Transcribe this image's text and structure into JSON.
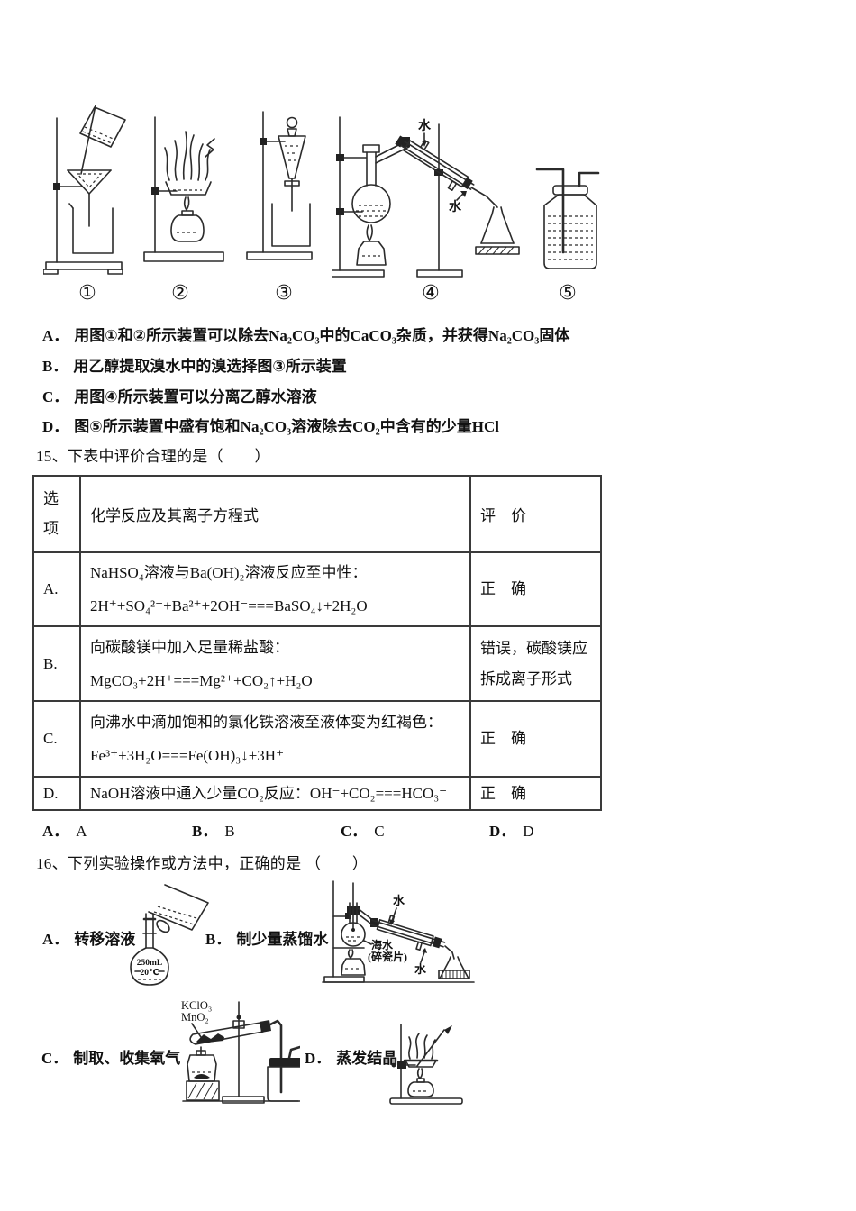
{
  "apparatus_figure": {
    "items": [
      {
        "label": "①",
        "name": "filtration"
      },
      {
        "label": "②",
        "name": "evaporation"
      },
      {
        "label": "③",
        "name": "separating-funnel"
      },
      {
        "label": "④",
        "name": "distillation"
      },
      {
        "label": "⑤",
        "name": "gas-washing-bottle"
      }
    ],
    "distillation_water_top": "水",
    "distillation_water_bottom": "水"
  },
  "q14": {
    "options": [
      {
        "label": "A．",
        "text": "用图①和②所示装置可以除去Na₂CO₃中的CaCO₃杂质，并获得Na₂CO₃固体"
      },
      {
        "label": "B．",
        "text": "用乙醇提取溴水中的溴选择图③所示装置"
      },
      {
        "label": "C．",
        "text": "用图④所示装置可以分离乙醇水溶液"
      },
      {
        "label": "D．",
        "text": "图⑤所示装置中盛有饱和Na₂CO₃溶液除去CO₂中含有的少量HCl"
      }
    ]
  },
  "q15": {
    "stem": "15、下表中评价合理的是（　　）",
    "table": {
      "headers": [
        "选项",
        "化学反应及其离子方程式",
        "评　价"
      ],
      "rows": [
        {
          "option": "A.",
          "lines": [
            "NaHSO₄溶液与Ba(OH)₂溶液反应至中性：",
            "2H⁺+SO₄²⁻+Ba²⁺+2OH⁻===BaSO₄↓+2H₂O"
          ],
          "evaluation": [
            "正　确"
          ]
        },
        {
          "option": "B.",
          "lines": [
            "向碳酸镁中加入足量稀盐酸：",
            "MgCO₃+2H⁺===Mg²⁺+CO₂↑+H₂O"
          ],
          "evaluation": [
            "错误，碳酸镁应",
            "拆成离子形式"
          ]
        },
        {
          "option": "C.",
          "lines": [
            "向沸水中滴加饱和的氯化铁溶液至液体变为红褐色：",
            "Fe³⁺+3H₂O===Fe(OH)₃↓+3H⁺"
          ],
          "evaluation": [
            "正　确"
          ]
        },
        {
          "option": "D.",
          "lines": [
            "NaOH溶液中通入少量CO₂反应：OH⁻+CO₂===HCO₃⁻"
          ],
          "evaluation": [
            "正　确"
          ]
        }
      ]
    },
    "answers": [
      {
        "label": "A．",
        "value": "A"
      },
      {
        "label": "B．",
        "value": "B"
      },
      {
        "label": "C．",
        "value": "C"
      },
      {
        "label": "D．",
        "value": "D"
      }
    ]
  },
  "q16": {
    "stem": "16、下列实验操作或方法中，正确的是 （　　）",
    "options": [
      {
        "label": "A．",
        "text": "转移溶液"
      },
      {
        "label": "B．",
        "text": "制少量蒸馏水"
      },
      {
        "label": "C．",
        "text": "制取、收集氧气"
      },
      {
        "label": "D．",
        "text": "蒸发结晶"
      }
    ],
    "diagrams": {
      "volumetric_flask": {
        "volume": "250mL",
        "temperature": "20℃"
      },
      "distillation": {
        "water_top": "水",
        "water_bottom": "水",
        "seawater_line1": "海水",
        "seawater_line2": "(碎瓷片)"
      },
      "oxygen_generator": {
        "reagent1": "KClO₃",
        "reagent2": "MnO₂"
      }
    }
  }
}
